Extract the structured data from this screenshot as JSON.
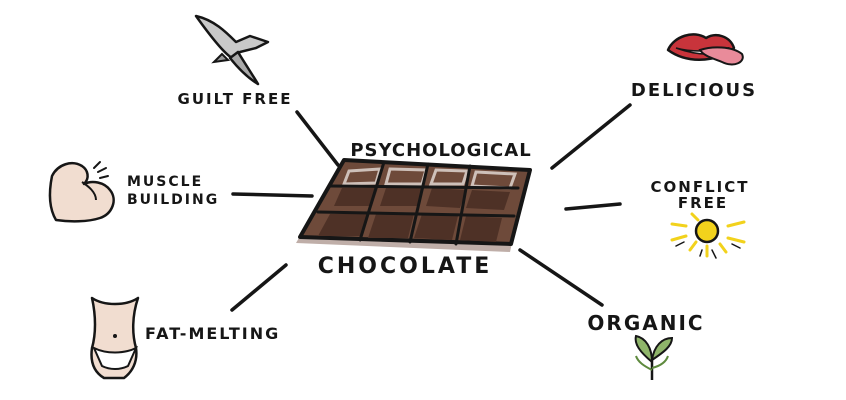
{
  "title_top": "PSYCHOLOGICAL",
  "title_bottom": "CHOCOLATE",
  "labels": {
    "guilt_free": "GUILT FREE",
    "muscle_line1": "MUSCLE",
    "muscle_line2": "BUILDING",
    "fat_melting": "FAT-MELTING",
    "delicious": "DELICIOUS",
    "conflict_line1": "CONFLICT",
    "conflict_line2": "FREE",
    "organic": "ORGANIC"
  },
  "icons": {
    "guilt_free": "seagull-icon",
    "muscle_building": "flexed-arm-icon",
    "fat_melting": "slim-waist-icon",
    "delicious": "lips-tongue-icon",
    "conflict_free": "sun-icon",
    "organic": "sprout-icon"
  },
  "colors": {
    "chocolate": "#6e4a3a",
    "chocolate_dark": "#4e3126",
    "chocolate_shadow": "#8b6c60",
    "skin": "#f1ddd0",
    "lips": "#c8343b",
    "sun": "#f2d21c",
    "leaf": "#8fb56a",
    "ink": "#161616"
  }
}
